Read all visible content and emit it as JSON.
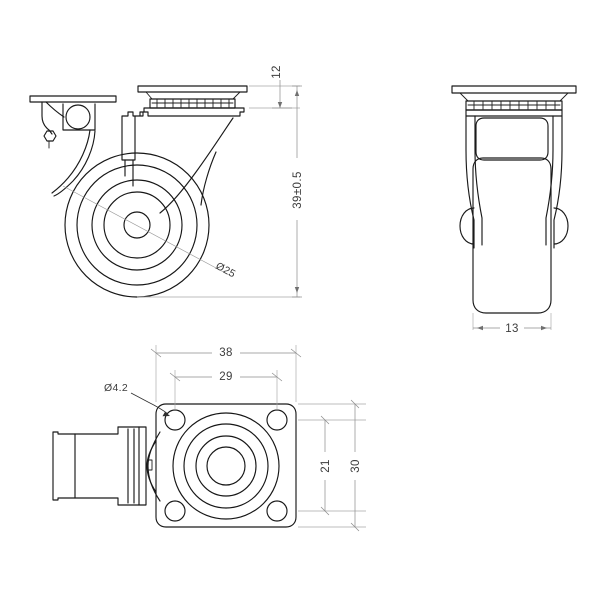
{
  "drawing": {
    "title": "Swivel Caster Technical Drawing",
    "background_color": "#ffffff",
    "line_color": "#1a1a1a",
    "dimension_color": "#3c3c3c",
    "views": [
      {
        "name": "side-elevation-with-brake",
        "position": "top-left",
        "description": "Side elevation of swivel caster with brake lever, top mounting plate, ball bearing raceway, fork and wheel"
      },
      {
        "name": "front-elevation",
        "position": "top-right",
        "description": "Front elevation of swivel caster showing fork legs, wheel width and top plate"
      },
      {
        "name": "top-plan",
        "position": "bottom",
        "description": "Plan view of mounting plate with four bolt holes, swivel raceway circles and wheel profile"
      }
    ]
  },
  "dimensions": {
    "plate_thickness": "12",
    "overall_height": "39±0.5",
    "wheel_diameter": "Ø25",
    "wheel_width": "13",
    "plate_width": "38",
    "bolt_hole_spacing_x": "29",
    "bolt_hole_spacing_y": "21",
    "plate_depth": "30",
    "bolt_hole_diameter": "Ø4.2"
  },
  "labels": {
    "plate_thickness_label": "12",
    "overall_height_label": "39±0.5",
    "wheel_diameter_label": "Ø25",
    "wheel_width_label": "13",
    "plate_width_label": "38",
    "bolt_spacing_x_label": "29",
    "bolt_spacing_y_label": "21",
    "plate_depth_label": "30",
    "bolt_hole_label": "Ø4.2"
  }
}
